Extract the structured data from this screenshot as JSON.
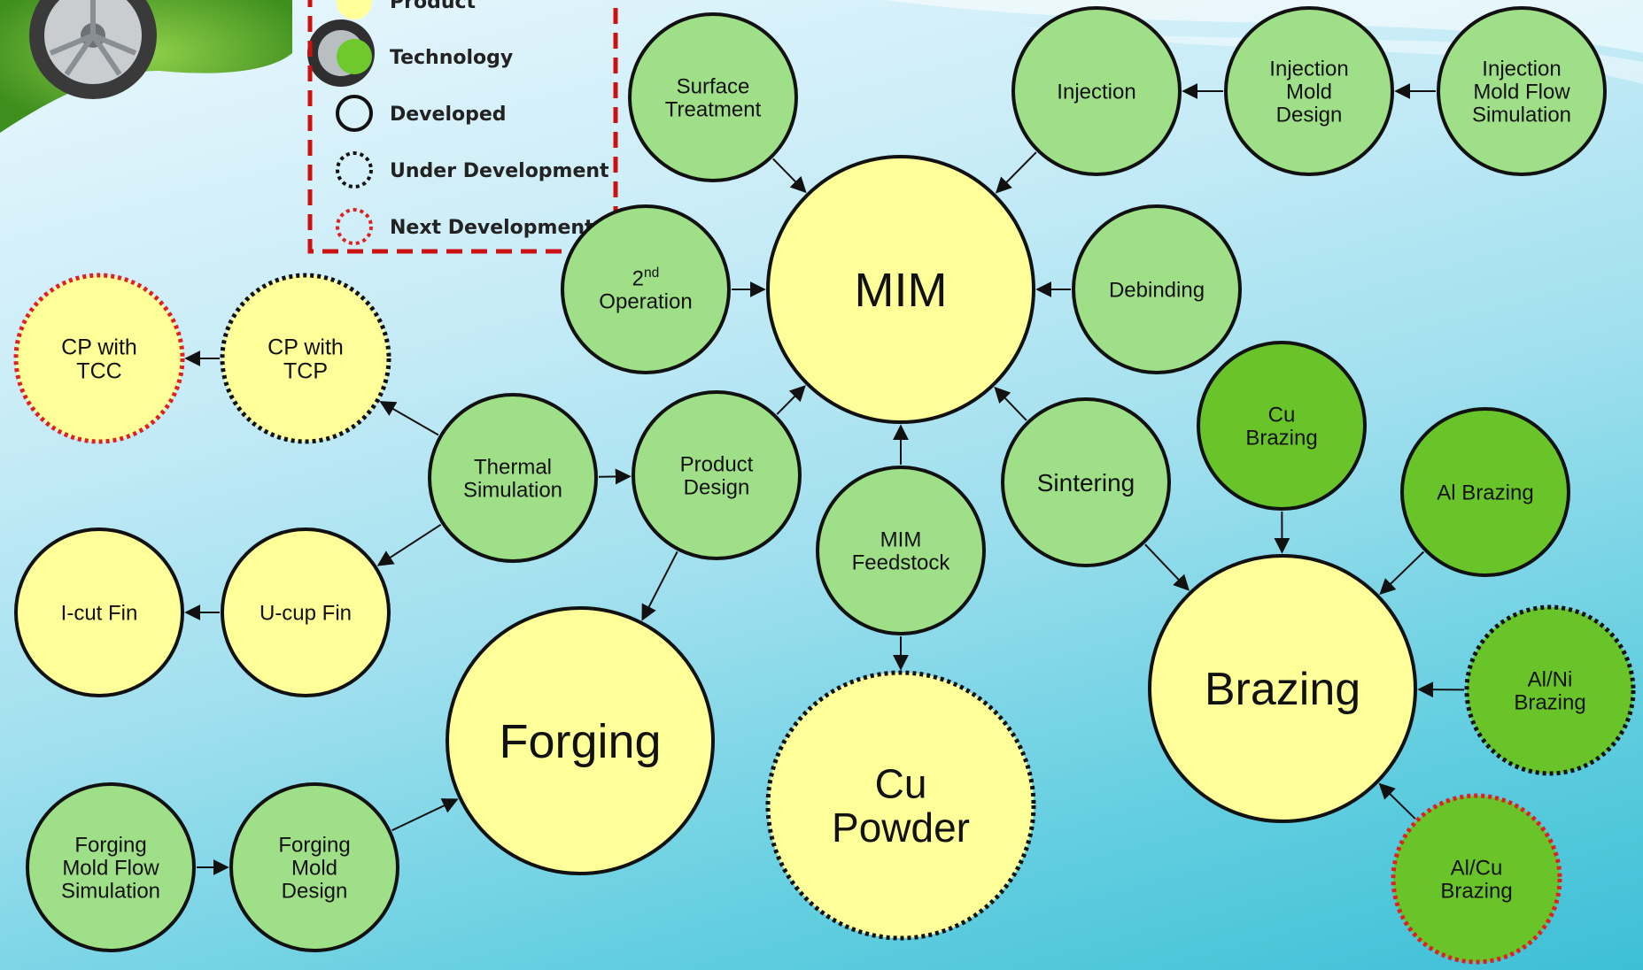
{
  "colors": {
    "product": "#ffff99",
    "technology_light": "#9fdf87",
    "technology_mid": "#86d46c",
    "technology_bright": "#69c42a",
    "stroke": "#111111",
    "next_stroke": "#e02020",
    "legend_border": "#cc1111"
  },
  "legend": {
    "items": [
      {
        "label": "Product",
        "swatch": "product"
      },
      {
        "label": "Technology",
        "swatch": "technology"
      },
      {
        "label": "Developed",
        "swatch": "solid-ring"
      },
      {
        "label": "Under Development",
        "swatch": "dotted-black-ring"
      },
      {
        "label": "Next Development",
        "swatch": "dotted-red-ring"
      }
    ]
  },
  "nodes": {
    "mim": {
      "lines": [
        "MIM"
      ],
      "kind": "product",
      "status": "developed"
    },
    "brazing": {
      "lines": [
        "Brazing"
      ],
      "kind": "product",
      "status": "developed"
    },
    "forging": {
      "lines": [
        "Forging"
      ],
      "kind": "product",
      "status": "developed"
    },
    "cu_powder": {
      "lines": [
        "Cu",
        "Powder"
      ],
      "kind": "product",
      "status": "under-development"
    },
    "cp_tcc": {
      "lines": [
        "CP with",
        "TCC"
      ],
      "kind": "product",
      "status": "next-development"
    },
    "cp_tcp": {
      "lines": [
        "CP with",
        "TCP"
      ],
      "kind": "product",
      "status": "under-development"
    },
    "icut": {
      "lines": [
        "I-cut Fin"
      ],
      "kind": "product",
      "status": "developed"
    },
    "ucup": {
      "lines": [
        "U-cup Fin"
      ],
      "kind": "product",
      "status": "developed"
    },
    "surface": {
      "lines": [
        "Surface",
        "Treatment"
      ],
      "kind": "technology",
      "status": "developed"
    },
    "second_op": {
      "lines": [
        "2nd",
        "Operation"
      ],
      "kind": "technology",
      "status": "developed"
    },
    "injection": {
      "lines": [
        "Injection"
      ],
      "kind": "technology",
      "status": "developed"
    },
    "inj_mold": {
      "lines": [
        "Injection",
        "Mold",
        "Design"
      ],
      "kind": "technology",
      "status": "developed"
    },
    "inj_sim": {
      "lines": [
        "Injection",
        "Mold Flow",
        "Simulation"
      ],
      "kind": "technology",
      "status": "developed"
    },
    "debinding": {
      "lines": [
        "Debinding"
      ],
      "kind": "technology",
      "status": "developed"
    },
    "thermal": {
      "lines": [
        "Thermal",
        "Simulation"
      ],
      "kind": "technology",
      "status": "developed"
    },
    "product_design": {
      "lines": [
        "Product",
        "Design"
      ],
      "kind": "technology",
      "status": "developed"
    },
    "feedstock": {
      "lines": [
        "MIM",
        "Feedstock"
      ],
      "kind": "technology",
      "status": "developed"
    },
    "sintering": {
      "lines": [
        "Sintering"
      ],
      "kind": "technology",
      "status": "developed"
    },
    "cu_brazing": {
      "lines": [
        "Cu",
        "Brazing"
      ],
      "kind": "technology-bright",
      "status": "developed"
    },
    "al_brazing": {
      "lines": [
        "Al Brazing"
      ],
      "kind": "technology-bright",
      "status": "developed"
    },
    "alni": {
      "lines": [
        "Al/Ni",
        "Brazing"
      ],
      "kind": "technology-bright",
      "status": "under-development"
    },
    "alcu": {
      "lines": [
        "Al/Cu",
        "Brazing"
      ],
      "kind": "technology-bright",
      "status": "next-development"
    },
    "forg_sim": {
      "lines": [
        "Forging",
        "Mold Flow",
        "Simulation"
      ],
      "kind": "technology",
      "status": "developed"
    },
    "forg_mold": {
      "lines": [
        "Forging",
        "Mold",
        "Design"
      ],
      "kind": "technology",
      "status": "developed"
    }
  },
  "edges": [
    [
      "surface",
      "mim"
    ],
    [
      "second_op",
      "mim"
    ],
    [
      "injection",
      "mim"
    ],
    [
      "debinding",
      "mim"
    ],
    [
      "product_design",
      "mim"
    ],
    [
      "feedstock",
      "mim"
    ],
    [
      "sintering",
      "mim"
    ],
    [
      "inj_mold",
      "injection"
    ],
    [
      "inj_sim",
      "inj_mold"
    ],
    [
      "thermal",
      "cp_tcp"
    ],
    [
      "cp_tcp",
      "cp_tcc"
    ],
    [
      "thermal",
      "product_design"
    ],
    [
      "thermal",
      "ucup"
    ],
    [
      "ucup",
      "icut"
    ],
    [
      "product_design",
      "forging"
    ],
    [
      "forg_sim",
      "forg_mold"
    ],
    [
      "forg_mold",
      "forging"
    ],
    [
      "feedstock",
      "cu_powder"
    ],
    [
      "sintering",
      "brazing"
    ],
    [
      "cu_brazing",
      "brazing"
    ],
    [
      "al_brazing",
      "brazing"
    ],
    [
      "alni",
      "brazing"
    ],
    [
      "alcu",
      "brazing"
    ]
  ]
}
